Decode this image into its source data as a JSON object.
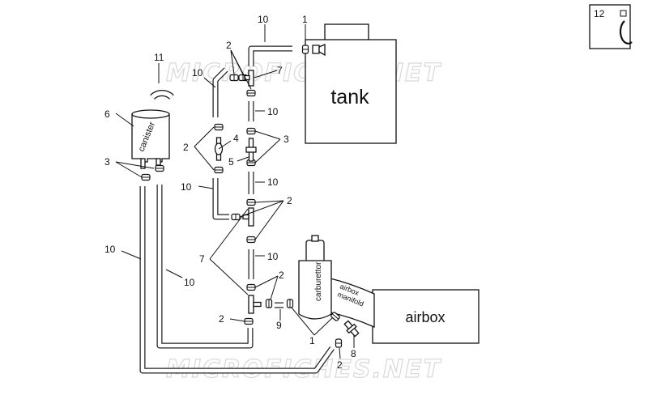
{
  "watermark": "MICROFICHES.NET",
  "labels": {
    "tank": "tank",
    "airbox": "airbox",
    "canister": "canister",
    "carburettor": "carburettor",
    "airbox_manifold_line1": "airbox",
    "airbox_manifold_line2": "manifold"
  },
  "callouts": {
    "n1": "1",
    "n2": "2",
    "n3": "3",
    "n4": "4",
    "n5": "5",
    "n6": "6",
    "n7": "7",
    "n8": "8",
    "n9": "9",
    "n10": "10",
    "n11": "11",
    "n12": "12"
  }
}
